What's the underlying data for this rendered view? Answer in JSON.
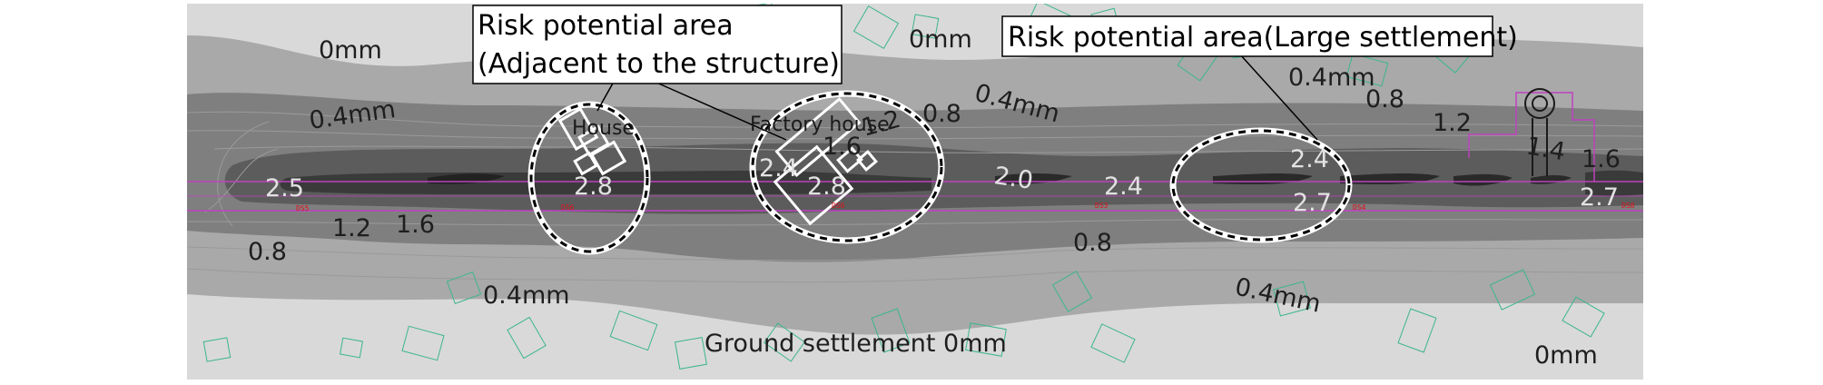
{
  "callouts": {
    "adjacent_line1": "Risk potential area",
    "adjacent_line2": "(Adjacent to the structure)",
    "large_settlement": "Risk potential area(Large settlement)"
  },
  "buildings": {
    "house": "House",
    "factory_house": "Factory house"
  },
  "contours": {
    "top_left_0": "0mm",
    "top_mid_0": "0mm",
    "left_04": "0.4mm",
    "mid_04": "0.4mm",
    "right_top_04": "0.4mm",
    "bottom_left_04": "0.4mm",
    "bottom_right_04": "0.4mm",
    "mid_08": "0.8",
    "right_08": "0.8",
    "left_08": "0.8",
    "bottom_08": "0.8",
    "right_12": "1.2",
    "left_12": "1.2",
    "factory_12": "1.2",
    "left_16": "1.6",
    "factory_16": "1.6",
    "right_14": "1.4",
    "right_16": "1.6",
    "left_25": "2.5",
    "house_28": "2.8",
    "factory_24": "2.4",
    "factory_28": "2.8",
    "center_20": "2.0",
    "center_24": "2.4",
    "ellipse_24": "2.4",
    "ellipse_27": "2.7",
    "end_27": "2.7",
    "ground_settlement": "Ground settlement 0mm",
    "bottom_right_0": "0mm"
  },
  "stations": {
    "s1": "DS5",
    "s2": "DS6",
    "s3": "DS6",
    "s4": "DS3",
    "s5": "DS4",
    "s6": "DS8"
  },
  "colors": {
    "zone_0": "#d9d9d9",
    "zone_04": "#a9a9a9",
    "zone_12": "#7f7f7f",
    "zone_20": "#5c5c5c",
    "zone_25": "#3a3a3a",
    "tunnel_line": "#c040c0",
    "parcel_line": "#3cb68a",
    "station_mark": "#e0101a"
  }
}
